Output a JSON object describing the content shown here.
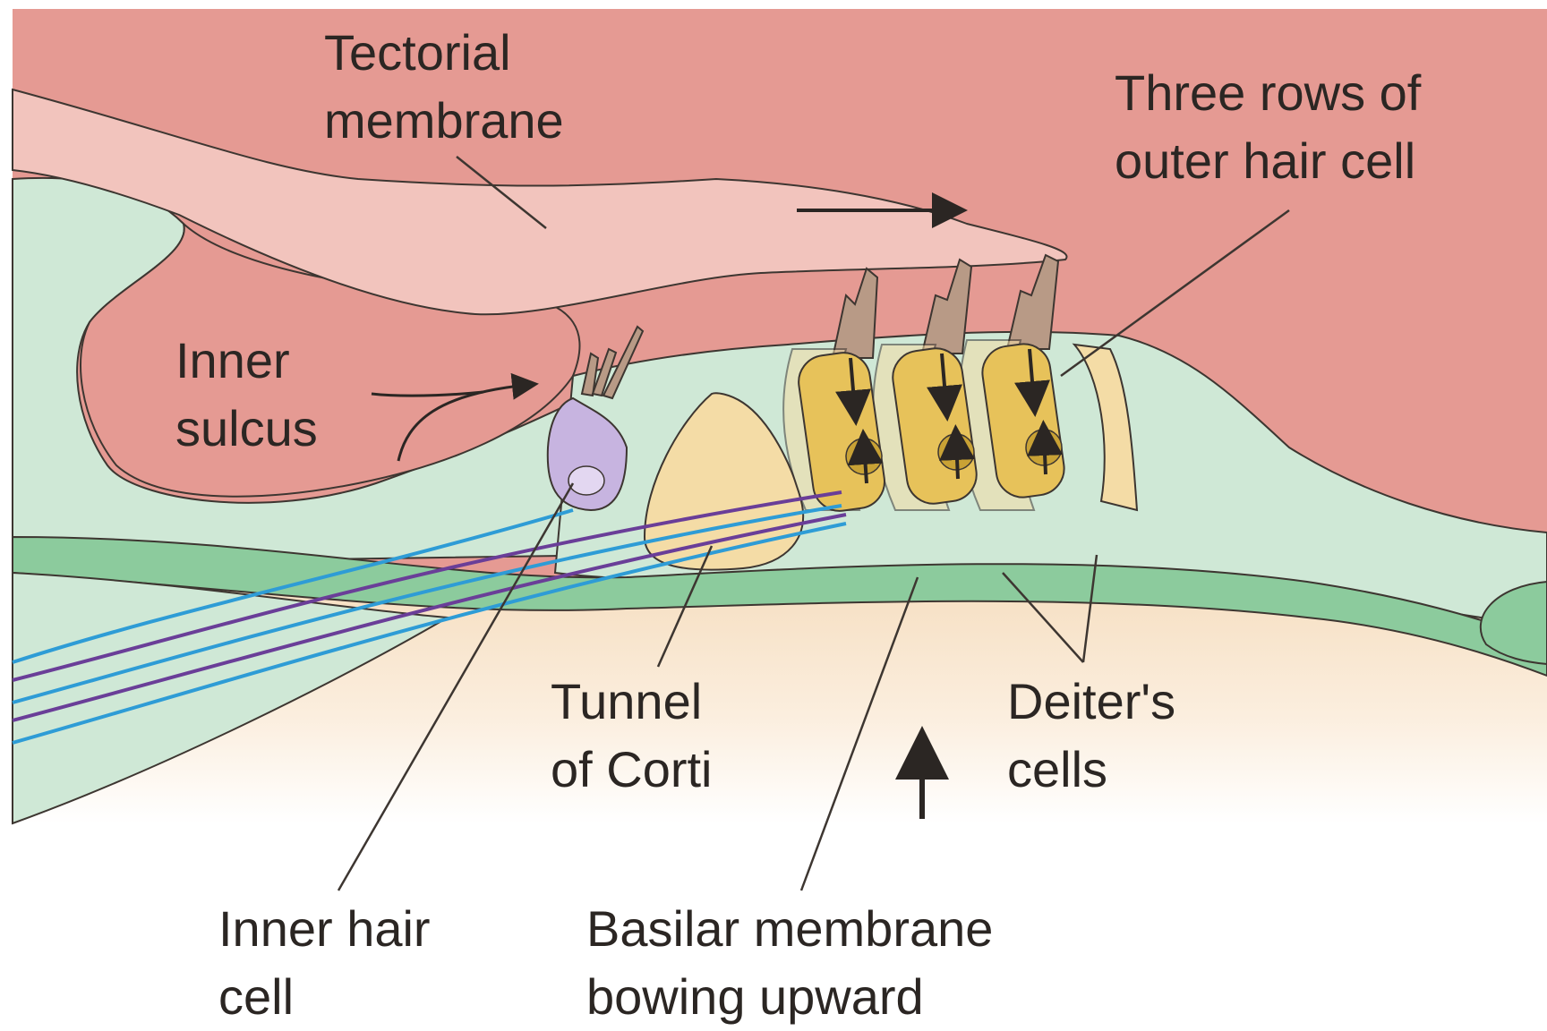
{
  "labels": {
    "tectorial_membrane": "Tectorial\nmembrane",
    "outer_hair_cells": "Three rows of\nouter hair cell",
    "inner_sulcus": "Inner\nsulcus",
    "tunnel_of_corti": "Tunnel\nof Corti",
    "deiters_cells": "Deiter's\ncells",
    "inner_hair_cell": "Inner hair\ncell",
    "basilar_membrane": "Basilar membrane\nbowing upward"
  },
  "colors": {
    "fluid_pink": "#e59a93",
    "tectorial_pink": "#f2c4bd",
    "tissue_green": "#cfe8d6",
    "basilar_green": "#8ccb9d",
    "tunnel_tan": "#f4dca6",
    "outer_hair_cell_yellow": "#e7c25a",
    "inner_hair_cell_lilac": "#c7b4e0",
    "stereocilia_brown": "#b89a86",
    "nerve_blue": "#2e9cd6",
    "nerve_purple": "#6a3e98",
    "outline": "#3d3631"
  }
}
